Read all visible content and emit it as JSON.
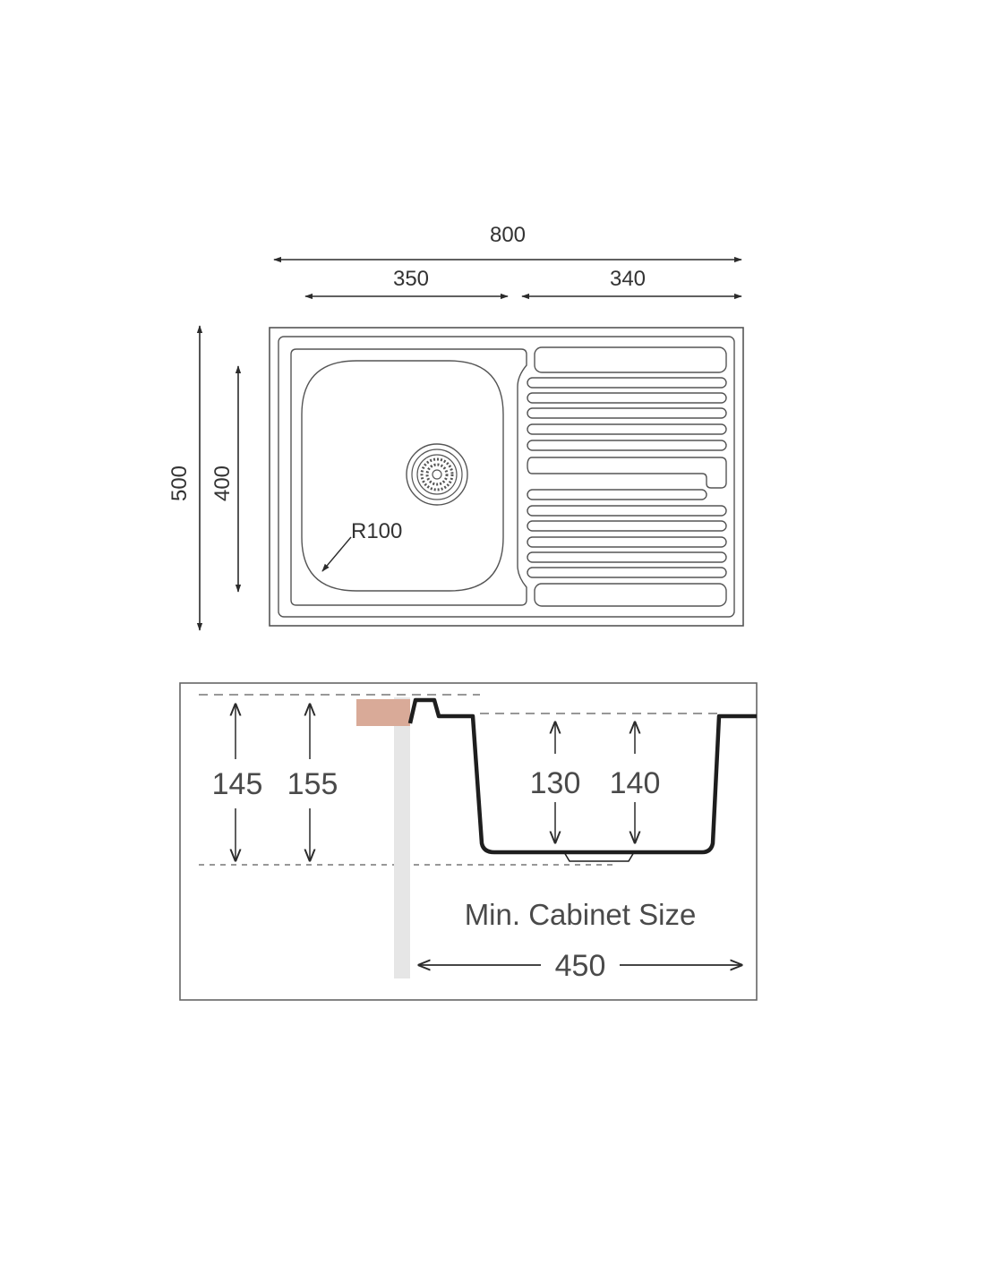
{
  "top_view": {
    "overall_width": "800",
    "bowl_width": "350",
    "drainer_width": "340",
    "overall_depth": "500",
    "bowl_depth": "400",
    "corner_radius": "R100"
  },
  "section_view": {
    "depth_1": "145",
    "depth_2": "155",
    "bowl_depth_1": "130",
    "bowl_depth_2": "140",
    "cabinet_label": "Min. Cabinet Size",
    "cabinet_width": "450"
  },
  "colors": {
    "line": "#2b2b2b",
    "outline": "#555555",
    "countertop": "#d9aa98",
    "cabinet_wall": "#e6e6e6",
    "dash": "#777777"
  }
}
